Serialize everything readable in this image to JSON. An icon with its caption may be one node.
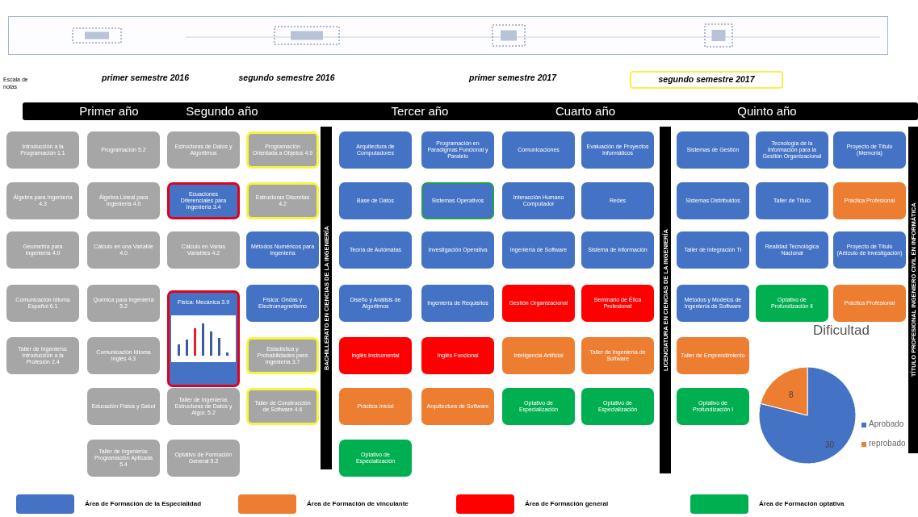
{
  "diagram": {
    "nodes": [
      {
        "text": [
          "Introducción a la Programación 1.1"
        ]
      },
      {
        "text": [
          "Álgebra para Ingeniería 4.3"
        ]
      },
      {
        "text": [
          "Geometría para Ingeniería 4.0"
        ]
      },
      {
        "text": [
          "Comunicación Idioma Español 6.1"
        ]
      },
      {
        "text": [
          "Taller de Ingeniería: Introducción a la Profesión 2.4"
        ]
      },
      {
        "text": [
          "Programación 5.2"
        ]
      },
      {
        "text": [
          "Álgebra Lineal para Ingeniería 4.0"
        ]
      },
      {
        "text": [
          "Cálculo en una Variable 4.0"
        ]
      },
      {
        "text": [
          "Química para Ingeniería 5.2"
        ]
      },
      {
        "text": [
          "Comunicación Idioma Inglés 4.3"
        ]
      },
      {
        "text": [
          "Educación Física y Salud"
        ]
      },
      {
        "text": [
          "Taller de Ingeniería: Programación Aplicada 5.4"
        ]
      },
      {
        "text": [
          "Estructuras de Datos y Algoritmos"
        ]
      },
      {
        "text": [
          "Ecuaciones Diferenciales para Ingeniería 3.4"
        ]
      },
      {
        "text": [
          "Cálculo en Varias Variables 4.2"
        ]
      },
      {
        "text": [
          "Física: Mecánica 3.9"
        ]
      },
      {
        "text": [
          "Taller de Ingeniería: Estructuras de Datos y Algor. 5.2"
        ]
      },
      {
        "text": [
          "Optativo de Formación General 5.2"
        ]
      },
      {
        "text": [
          "Programación Orientada a Objetos 4.9"
        ]
      },
      {
        "text": [
          "Estructuras Discretas 4.2"
        ]
      },
      {
        "text": [
          "Métodos Numéricos para Ingeniería"
        ]
      },
      {
        "text": [
          "Física: Ondas y Electromagnetismo"
        ]
      },
      {
        "text": [
          "Estadística y Probabilidades para Ingeniería 3.7"
        ]
      },
      {
        "text": [
          "Taller de Construcción de Software 4.6"
        ]
      },
      {
        "text": [
          "Arquitectura de Computadores"
        ]
      },
      {
        "text": [
          "Base de Datos"
        ]
      },
      {
        "text": [
          "Teoría de Autómatas"
        ]
      },
      {
        "text": [
          "Diseño y Análisis de Algoritmos"
        ]
      },
      {
        "text": [
          "Inglés Instrumental"
        ]
      },
      {
        "text": [
          "Práctica Inicial"
        ]
      },
      {
        "text": [
          "Optativo de Especialización"
        ]
      },
      {
        "text": [
          "Programación en Paradigmas Funcional y Paralelo"
        ]
      },
      {
        "text": [
          "Sistemas Operativos"
        ]
      },
      {
        "text": [
          "Investigación Operativa"
        ]
      },
      {
        "text": [
          "Ingeniería de Requisitos"
        ]
      },
      {
        "text": [
          "Inglés Funcional"
        ]
      },
      {
        "text": [
          "Arquitectura de Software"
        ]
      },
      {
        "text": [
          "Comunicaciones"
        ]
      },
      {
        "text": [
          "Interacción Humano Computador"
        ]
      },
      {
        "text": [
          "Ingeniería de Software"
        ]
      },
      {
        "text": [
          "Gestión Organizacional"
        ]
      },
      {
        "text": [
          "Inteligencia Artificial"
        ]
      },
      {
        "text": [
          "Optativo de Especialización"
        ]
      },
      {
        "text": [
          "Evaluación de Proyectos Informáticos"
        ]
      },
      {
        "text": [
          "Redes"
        ]
      },
      {
        "text": [
          "Sistema de Información"
        ]
      },
      {
        "text": [
          "Seminario de Ética Profesional"
        ]
      },
      {
        "text": [
          "Taller de Ingeniería de Software"
        ]
      },
      {
        "text": [
          "Optativo de Especialización"
        ]
      },
      {
        "text": [
          "Sistemas de Gestión"
        ]
      },
      {
        "text": [
          "Sistemas Distribuidos"
        ]
      },
      {
        "text": [
          "Taller de Integración TI"
        ]
      },
      {
        "text": [
          "Métodos y Modelos de Ingeniería de Software"
        ]
      },
      {
        "text": [
          "Taller de Emprendimiento"
        ]
      },
      {
        "text": [
          "Optativo de Profundización I"
        ]
      },
      {
        "text": [
          "Tecnología de la Información para la Gestión Organizacional"
        ]
      },
      {
        "text": [
          "Taller de Título"
        ]
      },
      {
        "text": [
          "Realidad Tecnológica Nacional"
        ]
      },
      {
        "text": [
          "Optativo de Profundización II"
        ]
      },
      {
        "text": [
          "Proyecto de Título (Memoria)"
        ]
      },
      {
        "text": [
          "Práctica Profesional"
        ]
      },
      {
        "text": [
          "Proyecto de Título (Artículo de Investigación)"
        ]
      },
      {
        "text": [
          "Práctica Profesional"
        ]
      }
    ],
    "edges": [],
    "labels": [
      "Escala de notas",
      "primer semestre 2016",
      "segundo semestre 2016",
      "primer semestre 2017",
      "segundo semestre 2017",
      "Primer año",
      "Segundo año",
      "Tercer año",
      "Cuarto año",
      "Quinto año",
      "BACHILLERATO EN CIENCIAS DE LA INGENIERÍA",
      "LICENCIATURA EN CIENCIAS DE LA INGENIERÍA",
      "TÍTULO PROFESIONAL INGENIERO CIVIL EN INFORMÁTICA"
    ],
    "legend": [
      {
        "text": "Área de Formación de la Especialidad",
        "color": "#4472c4"
      },
      {
        "text": "Área de Formación de vinculante",
        "color": "#ed7d31"
      },
      {
        "text": "Área de Formación general",
        "color": "#ff0000"
      },
      {
        "text": "Área de Formación optativa",
        "color": "#00b050"
      }
    ],
    "chart_data": {
      "type": "pie",
      "title": "Dificultad",
      "categories": [
        "Aprobado",
        "reprobado"
      ],
      "series": [
        {
          "colors": [
            "#4472c4",
            "#ed7d31"
          ],
          "values": [
            30,
            8
          ]
        }
      ],
      "data_labels": true,
      "legend": true
    }
  }
}
